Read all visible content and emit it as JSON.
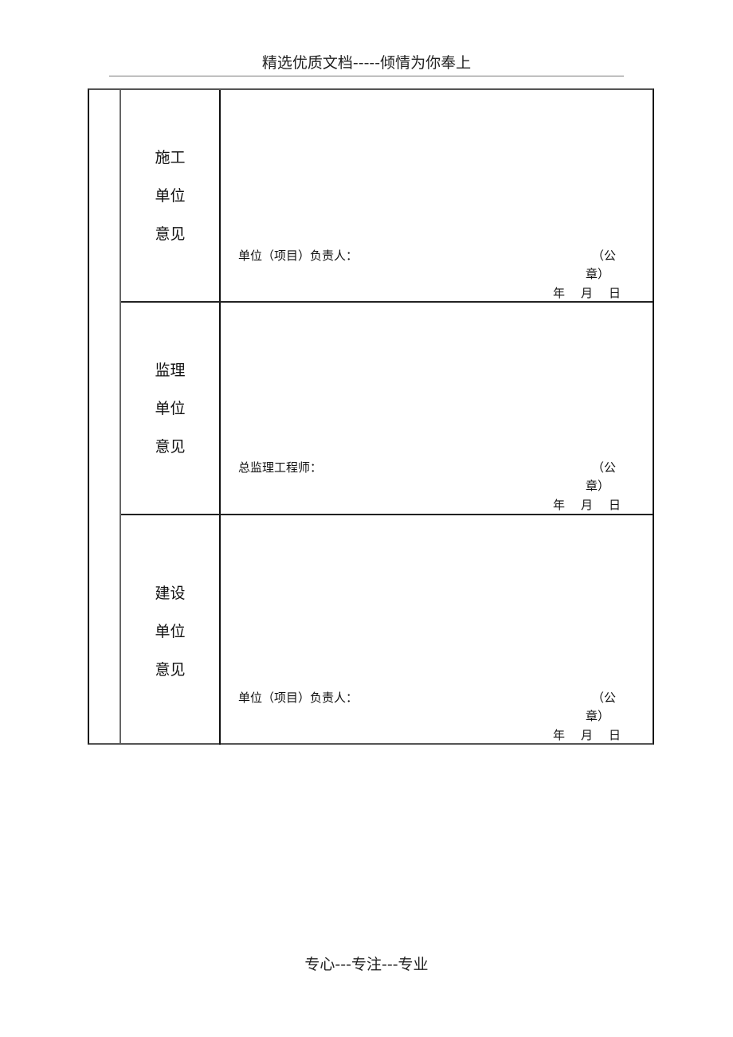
{
  "header": {
    "title": "精选优质文档-----倾情为你奉上"
  },
  "form": {
    "sections": [
      {
        "label_lines": [
          "施工",
          "单位",
          "意见"
        ],
        "signature_label": "单位（项目）负责人：",
        "seal_line1": "（公",
        "seal_line2": "章）",
        "date": {
          "year": "年",
          "month": "月",
          "day": "日"
        }
      },
      {
        "label_lines": [
          "监理",
          "单位",
          "意见"
        ],
        "signature_label": "总监理工程师：",
        "seal_line1": "（公",
        "seal_line2": "章）",
        "date": {
          "year": "年",
          "month": "月",
          "day": "日"
        }
      },
      {
        "label_lines": [
          "建设",
          "单位",
          "意见"
        ],
        "signature_label": "单位（项目）负责人：",
        "seal_line1": "（公",
        "seal_line2": "章）",
        "date": {
          "year": "年",
          "month": "月",
          "day": "日"
        }
      }
    ]
  },
  "footer": {
    "text": "专心---专注---专业"
  }
}
